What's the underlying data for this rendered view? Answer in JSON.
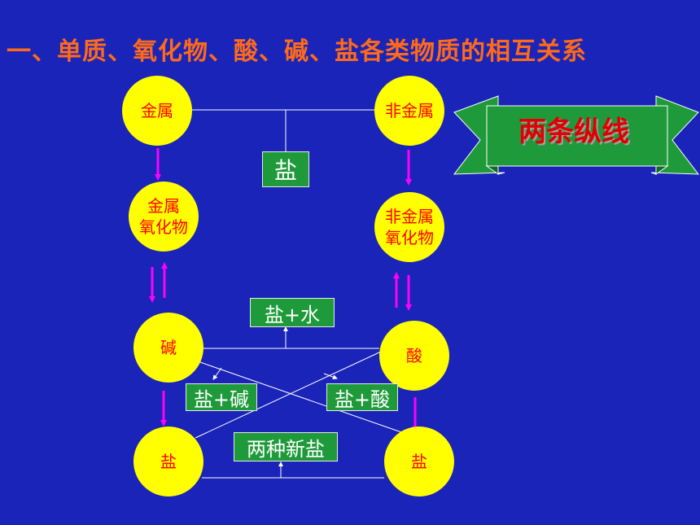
{
  "title": "一、单质、氧化物、酸、碱、盐各类物质的相互关系",
  "nodes": {
    "metal": "金属",
    "nonmetal": "非金属",
    "metal_oxide": "金属\n氧化物",
    "nonmetal_oxide": "非金属\n氧化物",
    "base": "碱",
    "acid": "酸",
    "salt_left": "盐",
    "salt_right": "盐"
  },
  "boxes": {
    "salt_top": "盐",
    "salt_water": "盐+水",
    "salt_base": "盐+碱",
    "salt_acid": "盐+酸",
    "two_new_salts": "两种新盐"
  },
  "ribbon": "两条纵线",
  "colors": {
    "background": "#1a24b8",
    "title": "#ff6a1a",
    "node_fill": "#ffff00",
    "node_text": "#ff0000",
    "box_fill": "#1f9a3a",
    "arrow": "#ff00ff",
    "ribbon": "#1f9a3a"
  }
}
